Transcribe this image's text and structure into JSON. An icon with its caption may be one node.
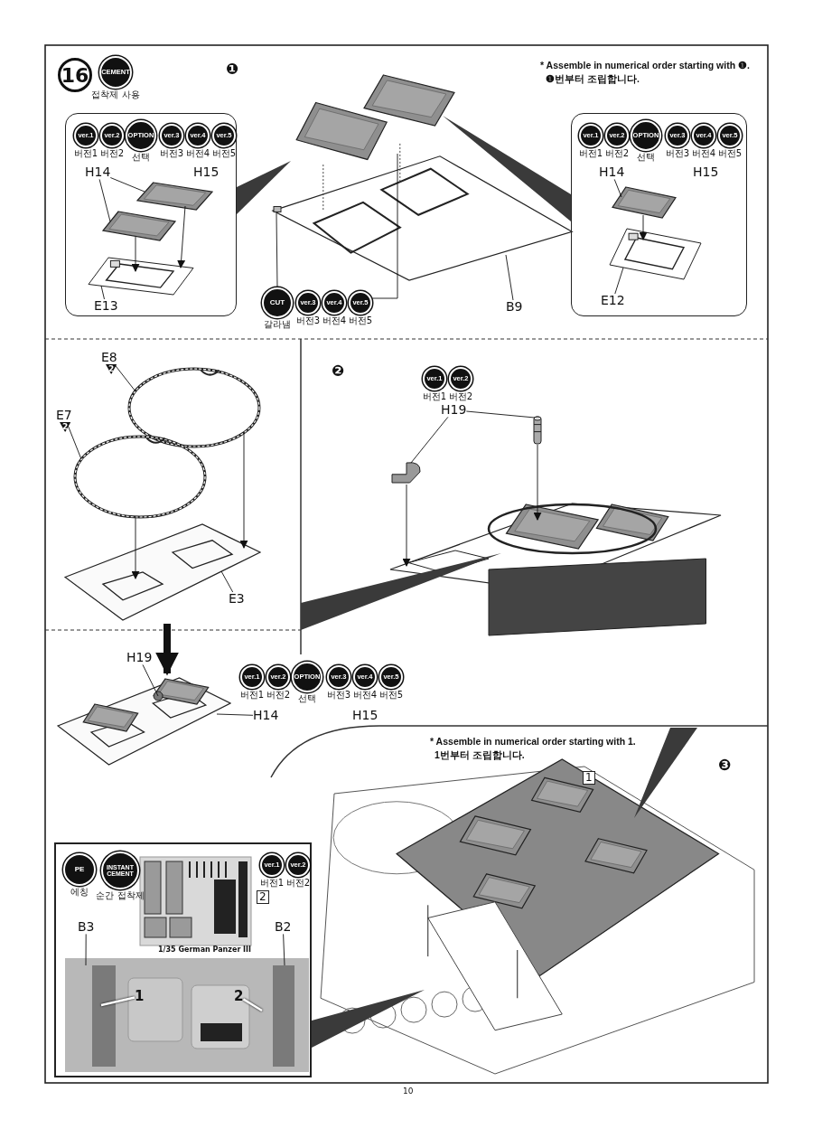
{
  "diagram": {
    "nodes": [
      {
        "text": [
          "16"
        ]
      },
      {
        "text": [
          "CEMENT"
        ],
        "beside": [
          "접착제 사용"
        ]
      },
      {
        "text": [],
        "shape": "box"
      },
      {
        "text": [
          "ver.1"
        ],
        "beside": [
          "버전1"
        ],
        "in": 2
      },
      {
        "text": [
          "ver.2"
        ],
        "beside": [
          "버전2"
        ],
        "in": 2
      },
      {
        "text": [
          "OPTION"
        ],
        "beside": [
          "선택"
        ],
        "in": 2
      },
      {
        "text": [
          "ver.3"
        ],
        "beside": [
          "버전3"
        ],
        "in": 2
      },
      {
        "text": [
          "ver.4"
        ],
        "beside": [
          "버전4"
        ],
        "in": 2
      },
      {
        "text": [
          "ver.5"
        ],
        "beside": [
          "버전5"
        ],
        "in": 2
      },
      {
        "text": [
          "H14"
        ],
        "in": 2
      },
      {
        "text": [
          "H15"
        ],
        "in": 2
      },
      {
        "text": [],
        "shape": "picture",
        "in": 2
      },
      {
        "text": [],
        "shape": "picture",
        "in": 2
      },
      {
        "text": [],
        "shape": "picture",
        "in": 2
      },
      {
        "text": [
          "E13"
        ],
        "in": 2
      },
      {
        "text": [],
        "shape": "picture"
      },
      {
        "text": [
          "B9"
        ]
      },
      {
        "text": [
          "CUT"
        ],
        "beside": [
          "갈라냄"
        ]
      },
      {
        "text": [
          "ver.3"
        ],
        "beside": [
          "버전3"
        ]
      },
      {
        "text": [
          "ver.4"
        ],
        "beside": [
          "버전4"
        ]
      },
      {
        "text": [
          "ver.5"
        ],
        "beside": [
          "버전5"
        ]
      },
      {
        "text": [],
        "shape": "box"
      },
      {
        "text": [
          "ver.1"
        ],
        "beside": [
          "버전1"
        ],
        "in": 21
      },
      {
        "text": [
          "ver.2"
        ],
        "beside": [
          "버전2"
        ],
        "in": 21
      },
      {
        "text": [
          "OPTION"
        ],
        "beside": [
          "선택"
        ],
        "in": 21
      },
      {
        "text": [
          "ver.3"
        ],
        "beside": [
          "버전3"
        ],
        "in": 21
      },
      {
        "text": [
          "ver.4"
        ],
        "beside": [
          "버전4"
        ],
        "in": 21
      },
      {
        "text": [
          "ver.5"
        ],
        "beside": [
          "버전5"
        ],
        "in": 21
      },
      {
        "text": [
          "H14"
        ],
        "in": 21
      },
      {
        "text": [
          "H15"
        ],
        "in": 21
      },
      {
        "text": [],
        "shape": "picture",
        "in": 21
      },
      {
        "text": [],
        "shape": "picture",
        "in": 21
      },
      {
        "text": [
          "E12"
        ],
        "in": 21
      },
      {
        "text": [
          "E8"
        ]
      },
      {
        "text": [
          "E7"
        ]
      },
      {
        "text": [],
        "shape": "picture"
      },
      {
        "text": [],
        "shape": "picture"
      },
      {
        "text": [],
        "shape": "picture"
      },
      {
        "text": [
          "E3"
        ]
      },
      {
        "text": [
          "H19"
        ]
      },
      {
        "text": [],
        "shape": "picture"
      },
      {
        "text": [
          "ver.1"
        ],
        "beside": [
          "버전1"
        ]
      },
      {
        "text": [
          "ver.2"
        ],
        "beside": [
          "버전2"
        ]
      },
      {
        "text": [
          "OPTION"
        ],
        "beside": [
          "선택"
        ]
      },
      {
        "text": [
          "ver.3"
        ],
        "beside": [
          "버전3"
        ]
      },
      {
        "text": [
          "ver.4"
        ],
        "beside": [
          "버전4"
        ]
      },
      {
        "text": [
          "ver.5"
        ],
        "beside": [
          "버전5"
        ]
      },
      {
        "text": [
          "H14"
        ]
      },
      {
        "text": [
          "H15"
        ]
      },
      {
        "text": [
          "ver.1"
        ],
        "beside": [
          "버전1"
        ]
      },
      {
        "text": [
          "ver.2"
        ],
        "beside": [
          "버전2"
        ]
      },
      {
        "text": [
          "H19"
        ]
      },
      {
        "text": [],
        "shape": "picture"
      },
      {
        "text": [],
        "shape": "picture"
      },
      {
        "text": [],
        "shape": "picture"
      },
      {
        "text": [],
        "shape": "picture"
      },
      {
        "text": [],
        "shape": "box"
      },
      {
        "text": [
          "PE"
        ],
        "beside": [
          "에칭"
        ],
        "in": 56
      },
      {
        "text": [
          "INSTANT CEMENT"
        ],
        "beside": [
          "순간 접착제"
        ],
        "in": 56
      },
      {
        "text": [
          "ver.1"
        ],
        "beside": [
          "버전1"
        ],
        "in": 56
      },
      {
        "text": [
          "ver.2"
        ],
        "beside": [
          "버전2"
        ],
        "in": 56
      },
      {
        "text": [],
        "shape": "picture",
        "in": 56
      },
      {
        "text": [],
        "shape": "picture",
        "in": 56
      },
      {
        "text": [
          "B3"
        ],
        "in": 56
      },
      {
        "text": [
          "B2"
        ],
        "in": 56
      },
      {
        "text": [
          "1"
        ],
        "in": 62
      },
      {
        "text": [
          "2"
        ],
        "in": 62
      },
      {
        "text": [],
        "shape": "wedge"
      },
      {
        "text": [],
        "shape": "wedge"
      },
      {
        "text": [],
        "shape": "wedge"
      },
      {
        "text": [],
        "shape": "wedge"
      },
      {
        "text": [],
        "shape": "wedge"
      }
    ],
    "edges": [
      {
        "from": 9,
        "to": 11,
        "arrow": "none"
      },
      {
        "from": 9,
        "to": 12,
        "arrow": "none"
      },
      {
        "from": 11,
        "to": 13,
        "arrow": "to"
      },
      {
        "from": 12,
        "to": 13,
        "arrow": "to"
      },
      {
        "from": 14,
        "to": 13,
        "arrow": "none"
      },
      {
        "from": 16,
        "to": 15,
        "arrow": "none"
      },
      {
        "from": 17,
        "to": 15,
        "arrow": "none"
      },
      {
        "from": 20,
        "to": 15,
        "arrow": "none"
      },
      {
        "from": 28,
        "to": 30,
        "arrow": "none"
      },
      {
        "from": 30,
        "to": 31,
        "arrow": "to"
      },
      {
        "from": 32,
        "to": 31,
        "arrow": "none"
      },
      {
        "from": 33,
        "to": 35,
        "arrow": "none"
      },
      {
        "from": 34,
        "to": 36,
        "arrow": "none"
      },
      {
        "from": 35,
        "to": 37,
        "arrow": "to"
      },
      {
        "from": 36,
        "to": 37,
        "arrow": "to"
      },
      {
        "from": 38,
        "to": 37,
        "arrow": "none"
      },
      {
        "from": 37,
        "to": 40,
        "arrow": "to",
        "style": "thick"
      },
      {
        "from": 39,
        "to": 40,
        "arrow": "none"
      },
      {
        "from": 47,
        "to": 40,
        "arrow": "none"
      },
      {
        "from": 51,
        "to": 52,
        "arrow": "none"
      },
      {
        "from": 51,
        "to": 53,
        "arrow": "none"
      },
      {
        "from": 52,
        "to": 54,
        "arrow": "to"
      },
      {
        "from": 53,
        "to": 54,
        "arrow": "to"
      },
      {
        "from": 63,
        "to": 62,
        "arrow": "none"
      },
      {
        "from": 64,
        "to": 62,
        "arrow": "none"
      },
      {
        "from": 65,
        "to": null,
        "arrow": "none",
        "color": "#ffffff"
      },
      {
        "from": 66,
        "to": null,
        "arrow": "none",
        "color": "#ffffff"
      }
    ],
    "labels": [
      "❶",
      "* Assemble in numerical order starting with ❶.",
      "❶번부터 조립합니다.",
      "2",
      "2",
      "❷",
      "* Assemble in numerical order starting with 1.",
      "1번부터 조립합니다.",
      "❸",
      "1",
      "2",
      "1/35 German Panzer III",
      "10"
    ]
  }
}
